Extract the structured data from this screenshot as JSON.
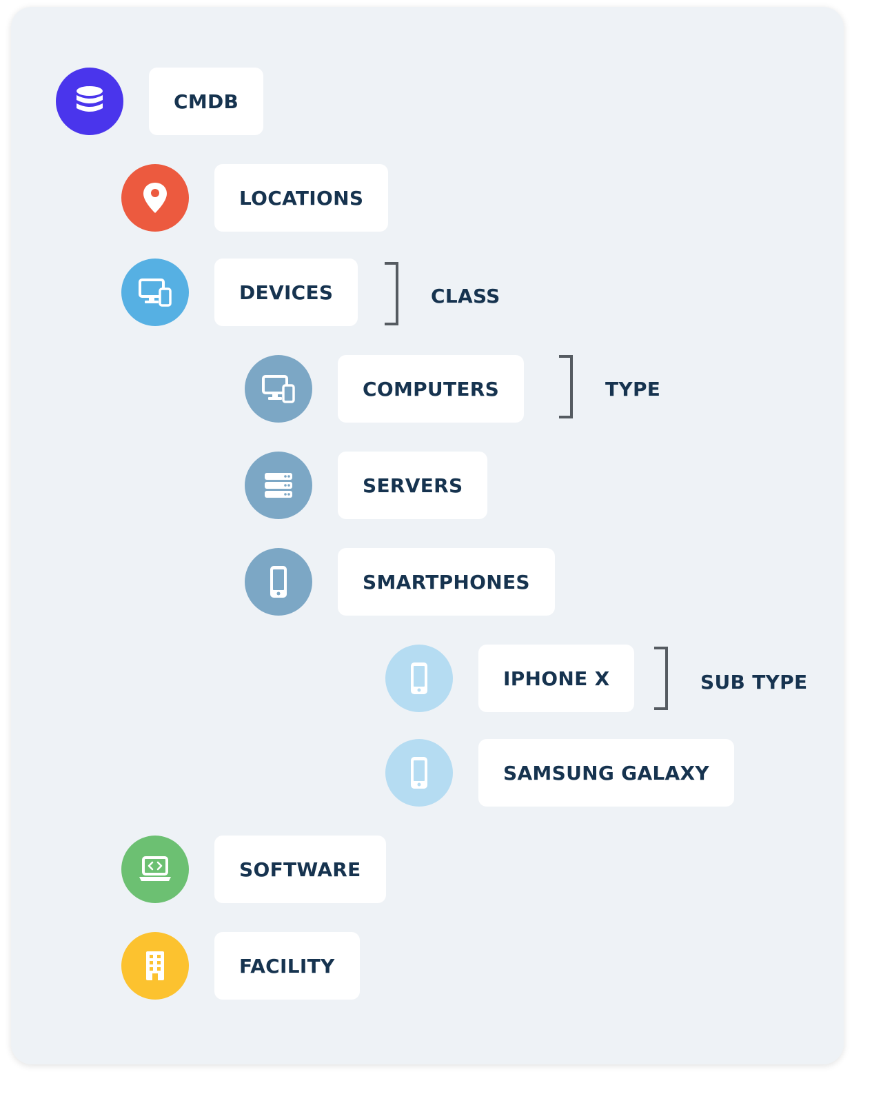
{
  "nodes": {
    "cmdb": {
      "label": "CMDB",
      "icon": "database-icon",
      "color": "#4a35ec"
    },
    "locations": {
      "label": "LOCATIONS",
      "icon": "map-pin-icon",
      "color": "#ec5a3f"
    },
    "devices": {
      "label": "DEVICES",
      "icon": "devices-icon",
      "color": "#56b0e3"
    },
    "computers": {
      "label": "COMPUTERS",
      "icon": "devices-icon",
      "color": "#7ca7c5"
    },
    "servers": {
      "label": "SERVERS",
      "icon": "server-icon",
      "color": "#7ca7c5"
    },
    "smartphones": {
      "label": "SMARTPHONES",
      "icon": "smartphone-icon",
      "color": "#7ca7c5"
    },
    "iphone_x": {
      "label": "IPHONE X",
      "icon": "smartphone-icon",
      "color": "#b5dcf2"
    },
    "samsung_galaxy": {
      "label": "SAMSUNG GALAXY",
      "icon": "smartphone-icon",
      "color": "#b5dcf2"
    },
    "software": {
      "label": "SOFTWARE",
      "icon": "laptop-code-icon",
      "color": "#6cc072"
    },
    "facility": {
      "label": "FACILITY",
      "icon": "building-icon",
      "color": "#fcc22f"
    }
  },
  "levels": {
    "class": "CLASS",
    "type": "TYPE",
    "sub_type": "SUB TYPE"
  },
  "colors": {
    "background": "#eef2f6",
    "label_text": "#16334f",
    "bracket": "#555b61"
  }
}
